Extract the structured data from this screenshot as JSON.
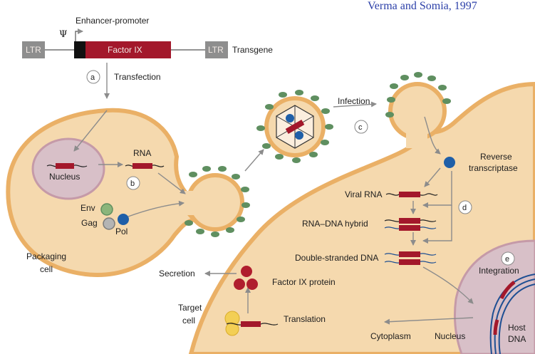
{
  "citation": "Verma and Somia, 1997",
  "construct": {
    "promoter_label": "Enhancer-promoter",
    "psi": "Ψ",
    "ltr_left": "LTR",
    "gene": "Factor IX",
    "ltr_right": "LTR",
    "transgene": "Transgene"
  },
  "steps": {
    "a": "a",
    "b": "b",
    "c": "c",
    "d": "d",
    "e": "e",
    "transfection": "Transfection",
    "infection": "Infection",
    "integration": "Integration",
    "translation": "Translation",
    "secretion": "Secretion"
  },
  "packaging": {
    "nucleus": "Nucleus",
    "rna": "RNA",
    "env": "Env",
    "gag": "Gag",
    "pol": "Pol",
    "cell_line1": "Packaging",
    "cell_line2": "cell"
  },
  "target": {
    "reverse_line1": "Reverse",
    "reverse_line2": "transcriptase",
    "viral_rna": "Viral RNA",
    "hybrid": "RNA–DNA hybrid",
    "dsdna": "Double-stranded DNA",
    "factor_protein": "Factor IX protein",
    "cell_line1": "Target",
    "cell_line2": "cell",
    "cytoplasm": "Cytoplasm",
    "nucleus": "Nucleus",
    "host_line1": "Host",
    "host_line2": "DNA"
  },
  "colors": {
    "cell": "#f5d9ae",
    "membrane": "#eab066",
    "nucleus": "#d8c0c8",
    "gene": "#a3182b",
    "ltr": "#8e8e8e",
    "knob": "#5f8f60",
    "pol": "#1f5fa8",
    "protein": "#b01e2e",
    "ribosome": "#f3cf55",
    "arrow": "#8c8c8c",
    "citation": "#2b3fa8"
  }
}
